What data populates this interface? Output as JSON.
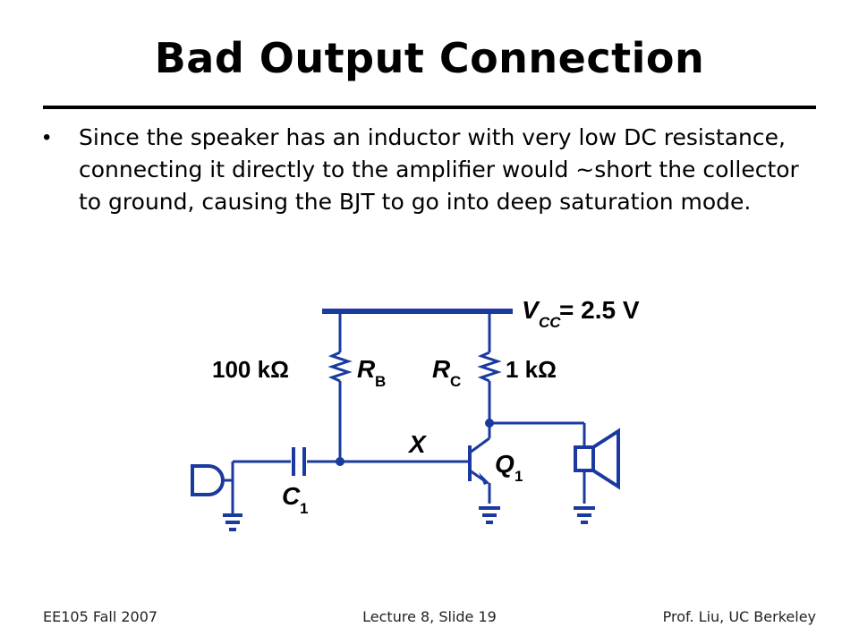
{
  "slide": {
    "title": "Bad Output Connection",
    "bullets": [
      "Since the speaker has an inductor with very low DC resistance, connecting it directly to the amplifier would ~short the collector to ground, causing the BJT to go into deep saturation mode."
    ]
  },
  "circuit": {
    "vcc_label": "V",
    "vcc_sub": "CC",
    "vcc_value": " = 2.5 V",
    "rb_value": "100 kΩ",
    "rb_name": "R",
    "rb_sub": "B",
    "rc_name": "R",
    "rc_sub": "C",
    "rc_value": "1 kΩ",
    "node_x": "X",
    "cap_name": "C",
    "cap_sub": "1",
    "q_name": "Q",
    "q_sub": "1",
    "wire_color": "#1a3aa0"
  },
  "footer": {
    "left": "EE105 Fall 2007",
    "center": "Lecture 8, Slide 19",
    "right": "Prof. Liu, UC Berkeley"
  }
}
